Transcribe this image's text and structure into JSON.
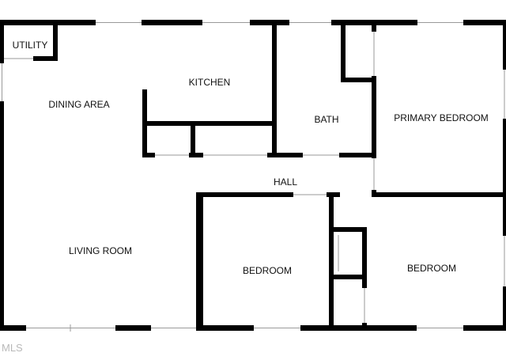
{
  "rooms": {
    "utility": "UTILITY",
    "kitchen": "KITCHEN",
    "dining_area": "DINING AREA",
    "bath": "BATH",
    "primary_bedroom": "PRIMARY BEDROOM",
    "hall": "HALL",
    "living_room": "LIVING ROOM",
    "bedroom_center": "BEDROOM",
    "bedroom_right": "BEDROOM"
  },
  "watermark": "MLS",
  "colors": {
    "wall": "#000000",
    "window": "#9a9a9a",
    "background": "#ffffff"
  }
}
